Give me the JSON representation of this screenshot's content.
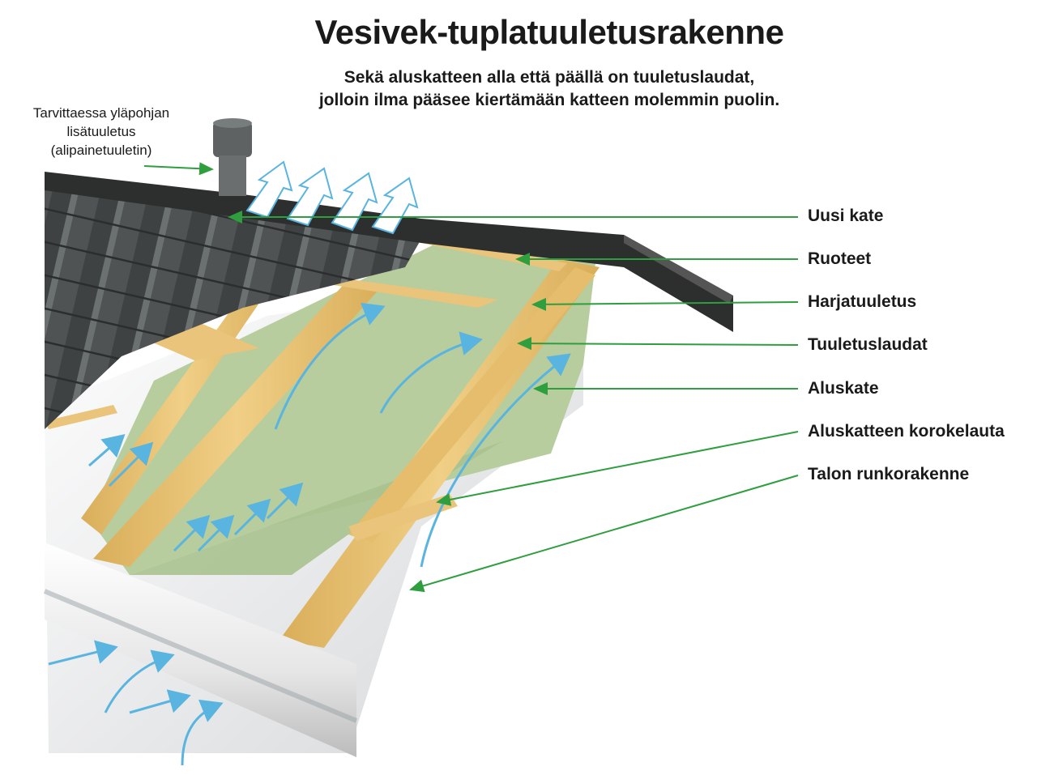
{
  "header": {
    "title": "Vesivek-tuplatuuletusrakenne",
    "subtitle_line1": "Sekä aluskatteen alla että päällä on tuuletuslaudat,",
    "subtitle_line2": "jolloin ilma pääsee kiertämään katteen molemmin puolin."
  },
  "vent_note": {
    "line1": "Tarvittaessa yläpohjan",
    "line2": "lisätuuletus",
    "line3": "(alipainetuuletin)"
  },
  "labels": [
    {
      "text": "Uusi kate"
    },
    {
      "text": "Ruoteet"
    },
    {
      "text": "Harjatuuletus"
    },
    {
      "text": "Tuuletuslaudat"
    },
    {
      "text": "Aluskate"
    },
    {
      "text": "Aluskatteen korokelauta"
    },
    {
      "text": "Talon runkorakenne"
    }
  ],
  "colors": {
    "roof_sheet": "#4a4d4d",
    "underlay": "#b7cd9e",
    "timber": "#e8c477",
    "airflow": "#5ab4e0",
    "leader_line": "#2e9e3e",
    "fascia": "#f1f1f1"
  }
}
